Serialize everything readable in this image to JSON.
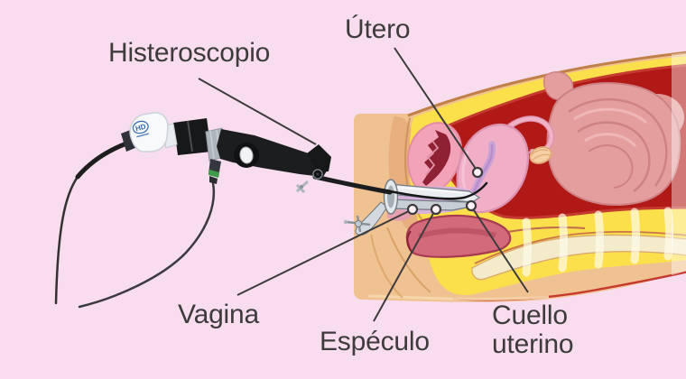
{
  "labels": {
    "histeroscopio": "Histeroscopio",
    "utero": "Útero",
    "vagina": "Vagina",
    "especulo": "Espéculo",
    "cuello_uterino": {
      "line1": "Cuello",
      "line2": "uterino"
    }
  },
  "device": {
    "logo": "HD"
  },
  "colors": {
    "background": "#f8ddee",
    "label_text": "#3e3b3d",
    "leader_line": "#3e3b3d",
    "pointer_dot_fill": "#fcf2f8",
    "skin_tan": "#f0c291",
    "skin_shadow_tan": "#e7ad7c",
    "body_outline_brown": "#c08048",
    "fat_yellow": "#fbe04b",
    "cavity_red": "#b11917",
    "intestine_pink": "#e59e9e",
    "uterus_pink": "#f1afc7",
    "uterine_canal_lavender": "#c9a2d8",
    "bladder_dark_red": "#8e2133",
    "rectum_red": "#d36a7b",
    "sacrum_cream": "#f4ebca",
    "speculum_gray": "#e9edf0",
    "scope_black": "#1b1d1f",
    "camera_head_white": "#f7f9fa",
    "logo_blue": "#3368ac",
    "connector_green": "#3f9b4c",
    "highlight_strip": "#ffffff"
  }
}
